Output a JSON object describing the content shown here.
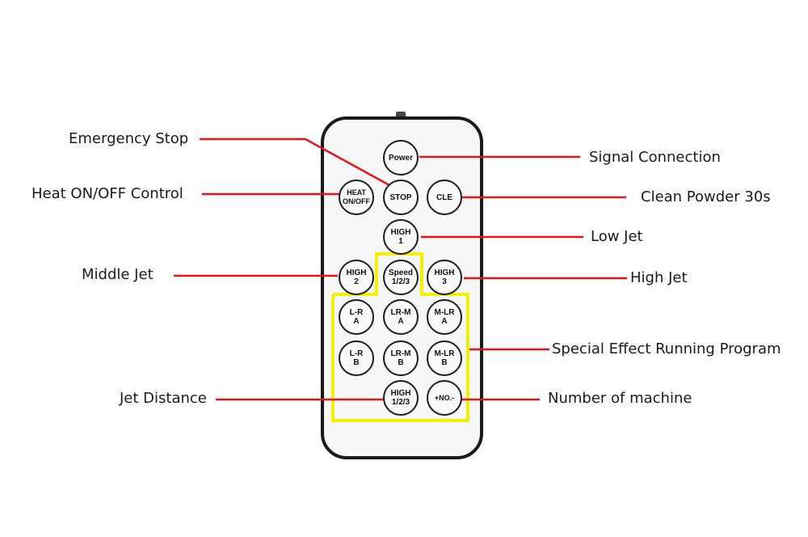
{
  "colors": {
    "leader_line": "#e8141b",
    "highlight": "#f5ef00",
    "remote_body": "#f6f6f6",
    "remote_border": "#1a1a1a"
  },
  "buttons": {
    "power": "Power",
    "heat": "HEAT\nON/OFF",
    "stop": "STOP",
    "cle": "CLE",
    "high1": "HIGH\n1",
    "high2": "HIGH\n2",
    "speed": "Speed\n1/2/3",
    "high3": "HIGH\n3",
    "lr_a": "L-R\nA",
    "lrm_a": "LR-M\nA",
    "mlr_a": "M-LR\nA",
    "lr_b": "L-R\nB",
    "lrm_b": "LR-M\nB",
    "mlr_b": "M-LR\nB",
    "high123": "HIGH\n1/2/3",
    "no": "+NO.-"
  },
  "labels": {
    "emergency_stop": "Emergency Stop",
    "heat_control": "Heat ON/OFF Control",
    "middle_jet": "Middle Jet",
    "jet_distance": "Jet Distance",
    "signal_connection": "Signal Connection",
    "clean_powder": "Clean Powder 30s",
    "low_jet": "Low Jet",
    "high_jet": "High Jet",
    "special_effect": "Special Effect Running Program",
    "number_of_machine": "Number of machine"
  }
}
